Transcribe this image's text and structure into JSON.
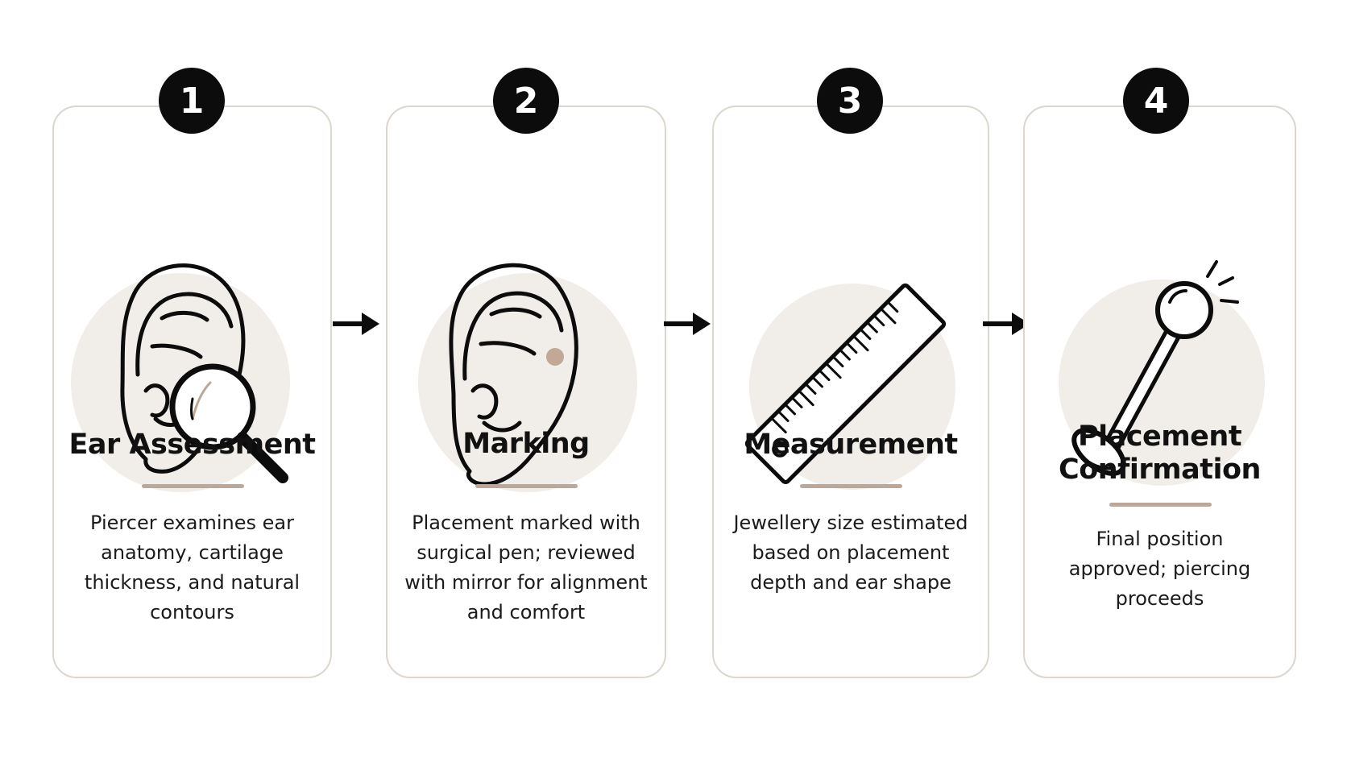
{
  "steps": [
    {
      "number": "1",
      "title": "Ear Assessment",
      "description": "Piercer examines ear anatomy, cartilage thickness, and natural contours",
      "icon": "ear-magnifier-icon"
    },
    {
      "number": "2",
      "title": "Marking",
      "description": "Placement marked with surgical pen; reviewed with mirror for alignment and comfort",
      "icon": "ear-marked-icon"
    },
    {
      "number": "3",
      "title": "Measurement",
      "description": "Jewellery size estimated based on placement depth and ear shape",
      "icon": "ruler-icon"
    },
    {
      "number": "4",
      "title": "Placement Confirmation",
      "description": "Final position approved; piercing proceeds",
      "icon": "labret-stud-icon"
    }
  ],
  "colors": {
    "badge": "#0c0c0c",
    "card_border": "#dcd6ce",
    "icon_backdrop": "#f1eeea",
    "accent_rule": "#bba898",
    "mark_dot": "#c2a896"
  }
}
